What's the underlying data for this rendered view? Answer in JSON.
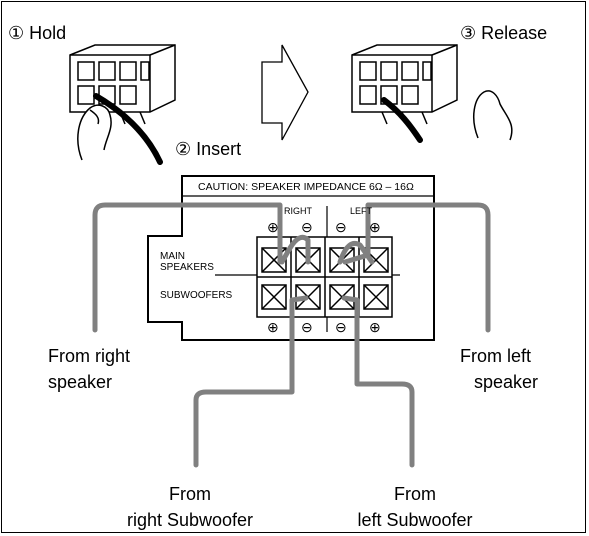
{
  "steps": {
    "hold": "① Hold",
    "insert": "② Insert",
    "release": "③ Release"
  },
  "panel": {
    "caution": "CAUTION: SPEAKER IMPEDANCE 6Ω – 16Ω",
    "right": "RIGHT",
    "left": "LEFT",
    "main_speakers_line1": "MAIN",
    "main_speakers_line2": "SPEAKERS",
    "subwoofers": "SUBWOOFERS",
    "plus": "⊕",
    "minus": "⊖"
  },
  "labels": {
    "from_right_speaker_1": "From right",
    "from_right_speaker_2": "speaker",
    "from_left_speaker_1": "From left",
    "from_left_speaker_2": "speaker",
    "from_right_sub_1": "From",
    "from_right_sub_2": "right Subwoofer",
    "from_left_sub_1": "From",
    "from_left_sub_2": "left Subwoofer"
  },
  "colors": {
    "wire": "#808080",
    "ink": "#000000"
  }
}
